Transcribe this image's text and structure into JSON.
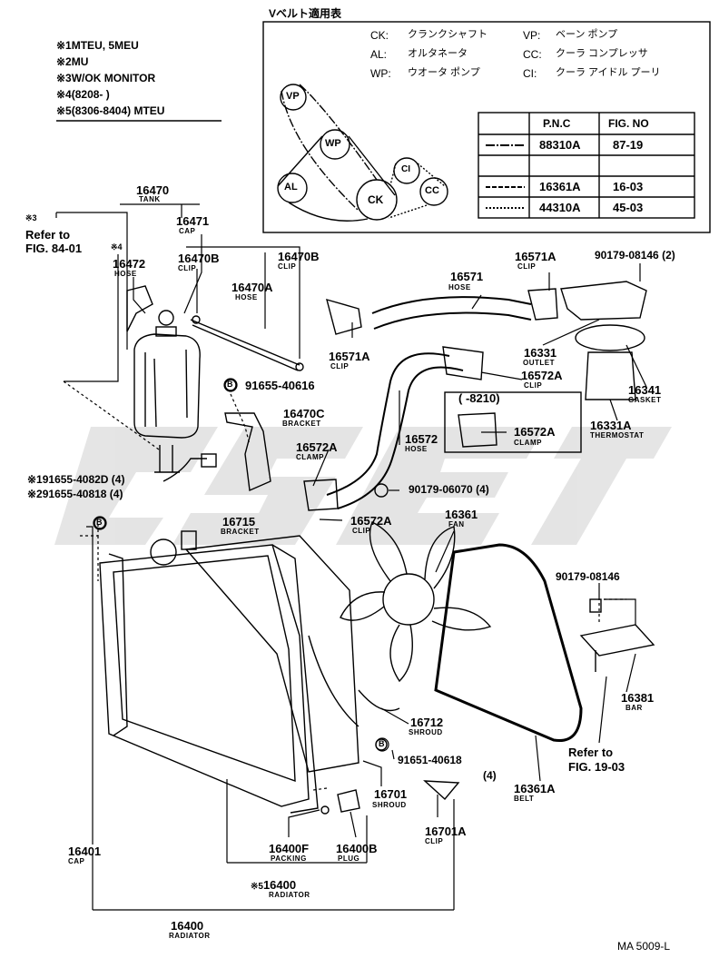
{
  "legend": {
    "mark1": "※1",
    "text1": "MTEU, 5MEU",
    "mark2": "※2",
    "text2": "MU",
    "mark3": "※3",
    "text3": "W/OK MONITOR",
    "mark4": "※4",
    "text4": "(8208-        )",
    "mark5": "※5",
    "text5": "(8306-8404) MTEU"
  },
  "vbelt": {
    "title": "Vベルト適用表",
    "ck": "CK:",
    "ck_name": "クランクシャフト",
    "al": "AL:",
    "al_name": "オルタネータ",
    "wp": "WP:",
    "wp_name": "ウオータ ポンプ",
    "vp": "VP:",
    "vp_name": "ベーン ポンプ",
    "cc": "CC:",
    "cc_name": "クーラ コンプレッサ",
    "ci": "CI:",
    "ci_name": "クーラ アイドル プーリ",
    "pulley_vp": "VP",
    "pulley_wp": "WP",
    "pulley_al": "AL",
    "pulley_ck": "CK",
    "pulley_ci": "CI",
    "pulley_cc": "CC",
    "table": {
      "col_pnc": "P.N.C",
      "col_fig": "FIG. NO",
      "rows": [
        {
          "pnc": "88310A",
          "fig": "87-19"
        },
        {
          "pnc": "",
          "fig": ""
        },
        {
          "pnc": "16361A",
          "fig": "16-03"
        },
        {
          "pnc": "44310A",
          "fig": "45-03"
        }
      ]
    }
  },
  "parts": {
    "p16470": "16470",
    "c16470": "TANK",
    "m3": "※3",
    "refer1a": "Refer to",
    "refer1b": "FIG. 84-01",
    "p16471": "16471",
    "c16471": "CAP",
    "m4": "※4",
    "p16472": "16472",
    "c16472": "HOSE",
    "p16470b1": "16470B",
    "c16470b1": "CLIP",
    "p16470b2": "16470B",
    "c16470b2": "CLIP",
    "p16470a": "16470A",
    "c16470a": "HOSE",
    "p91655_40616": "91655-40616",
    "p16470c": "16470C",
    "c16470c": "BRACKET",
    "m1": "※1",
    "p91655_4082d": "91655-4082D (4)",
    "m2": "※2",
    "p91655_40818": "91655-40818 (4)",
    "p16715": "16715",
    "c16715": "BRACKET",
    "p16571": "16571",
    "c16571": "HOSE",
    "p16571a_top": "16571A",
    "c16571a_top": "CLIP",
    "p90179_08146_2": "90179-08146 (2)",
    "p16571a": "16571A",
    "c16571a": "CLIP",
    "p16572a_clip": "16572A",
    "c16572a_clip": "CLIP",
    "p16331": "16331",
    "c16331": "OUTLET",
    "p16341": "16341",
    "c16341": "GASKET",
    "range8210": "(          -8210)",
    "p16572a_clamp2": "16572A",
    "c16572a_clamp2": "CLAMP",
    "p16331a": "16331A",
    "c16331a": "THERMOSTAT",
    "p16572a_clamp": "16572A",
    "c16572a_clamp": "CLAMP",
    "p16572": "16572",
    "c16572": "HOSE",
    "p90179_06070": "90179-06070 (4)",
    "p16572a_clip2": "16572A",
    "c16572a_clip2": "CLIP",
    "p16361": "16361",
    "c16361": "FAN",
    "p90179_08146": "90179-08146",
    "p16381": "16381",
    "c16381": "BAR",
    "p16712": "16712",
    "c16712": "SHROUD",
    "p91651_40618": "91651-40618",
    "q91651_40618": "(4)",
    "refer2a": "Refer to",
    "refer2b": "FIG. 19-03",
    "p16701": "16701",
    "c16701": "SHROUD",
    "p16361a": "16361A",
    "c16361a": "BELT",
    "p16701a": "16701A",
    "c16701a": "CLIP",
    "p16401": "16401",
    "c16401": "CAP",
    "p16400f": "16400F",
    "c16400f": "PACKING",
    "p16400b": "16400B",
    "c16400b": "PLUG",
    "m5": "※5",
    "p16400_sub": "16400",
    "c16400_sub": "RADIATOR",
    "p16400": "16400",
    "c16400": "RADIATOR",
    "mark_b": "B",
    "code": "MA 5009-L"
  }
}
